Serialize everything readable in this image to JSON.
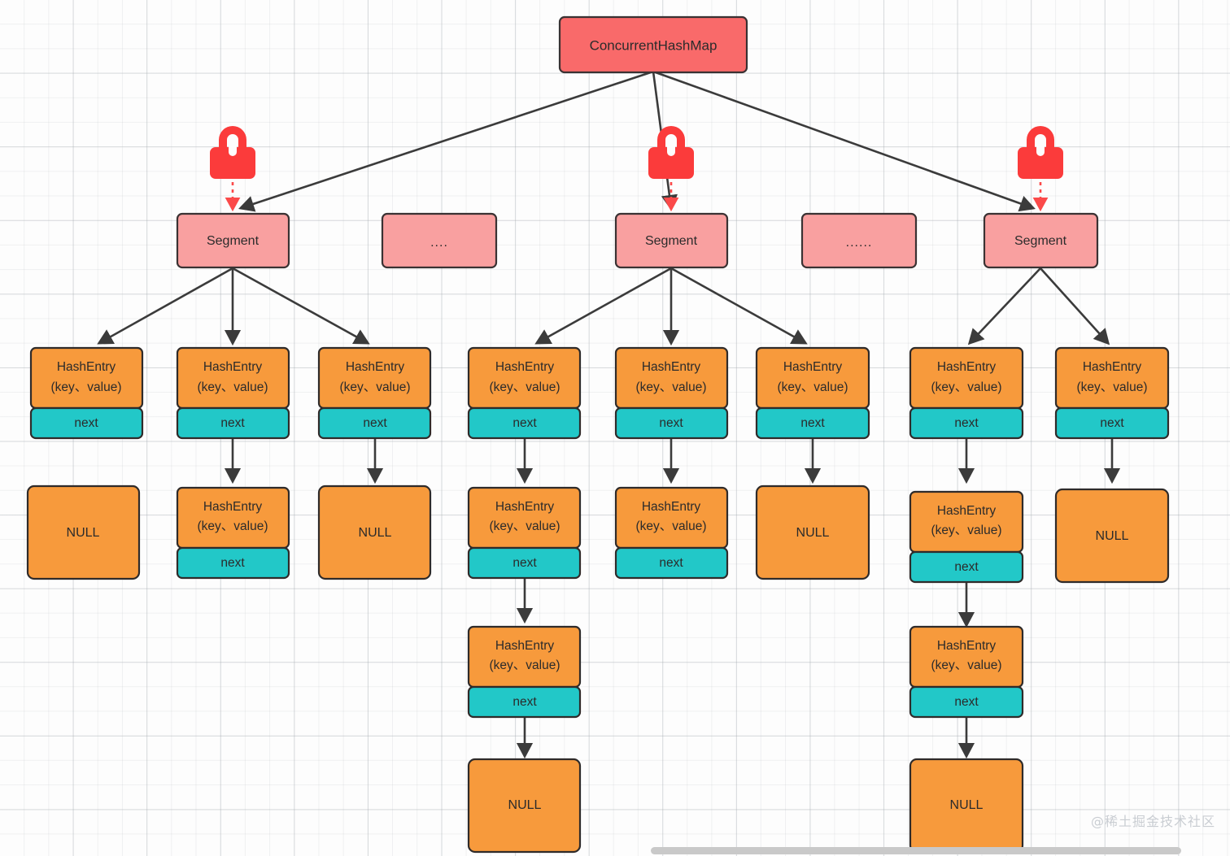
{
  "diagram": {
    "title": "ConcurrentHashMap Segment / HashEntry structure",
    "watermark": "@稀土掘金技术社区",
    "colors": {
      "root_fill": "#f96a6a",
      "segment_fill": "#f9a0a0",
      "hashentry_fill": "#f79a3c",
      "next_fill": "#22c8c8",
      "null_fill": "#f79a3c",
      "stroke": "#2f2b2a",
      "lock": "#fb3b3b",
      "edge": "#3b3b3b",
      "background": "#fdfdfd"
    },
    "labels": {
      "root": "ConcurrentHashMap",
      "segment": "Segment",
      "dots_short": "....",
      "dots_long": "......",
      "hashentry_line1": "HashEntry",
      "hashentry_line2": "(key、value)",
      "next": "next",
      "null": "NULL"
    },
    "root": {
      "label": "ConcurrentHashMap"
    },
    "locks": [
      {
        "name": "lock-segment-1"
      },
      {
        "name": "lock-segment-2"
      },
      {
        "name": "lock-segment-3"
      }
    ],
    "segments": [
      {
        "label": "Segment",
        "kind": "segment"
      },
      {
        "label": "....",
        "kind": "placeholder"
      },
      {
        "label": "Segment",
        "kind": "segment"
      },
      {
        "label": "......",
        "kind": "placeholder"
      },
      {
        "label": "Segment",
        "kind": "segment"
      }
    ],
    "buckets": [
      {
        "column": 1,
        "segment": 1,
        "chain": [
          {
            "type": "hashentry",
            "title": "HashEntry",
            "kv": "(key、value)",
            "next": "next"
          },
          {
            "type": "null",
            "label": "NULL"
          }
        ]
      },
      {
        "column": 2,
        "segment": 1,
        "chain": [
          {
            "type": "hashentry",
            "title": "HashEntry",
            "kv": "(key、value)",
            "next": "next"
          },
          {
            "type": "hashentry",
            "title": "HashEntry",
            "kv": "(key、value)",
            "next": "next"
          }
        ]
      },
      {
        "column": 3,
        "segment": 1,
        "chain": [
          {
            "type": "hashentry",
            "title": "HashEntry",
            "kv": "(key、value)",
            "next": "next"
          },
          {
            "type": "null",
            "label": "NULL"
          }
        ]
      },
      {
        "column": 4,
        "segment": 3,
        "chain": [
          {
            "type": "hashentry",
            "title": "HashEntry",
            "kv": "(key、value)",
            "next": "next"
          },
          {
            "type": "hashentry",
            "title": "HashEntry",
            "kv": "(key、value)",
            "next": "next"
          },
          {
            "type": "hashentry",
            "title": "HashEntry",
            "kv": "(key、value)",
            "next": "next"
          },
          {
            "type": "null",
            "label": "NULL"
          }
        ]
      },
      {
        "column": 5,
        "segment": 3,
        "chain": [
          {
            "type": "hashentry",
            "title": "HashEntry",
            "kv": "(key、value)",
            "next": "next"
          },
          {
            "type": "hashentry",
            "title": "HashEntry",
            "kv": "(key、value)",
            "next": "next"
          }
        ]
      },
      {
        "column": 6,
        "segment": 3,
        "chain": [
          {
            "type": "hashentry",
            "title": "HashEntry",
            "kv": "(key、value)",
            "next": "next"
          },
          {
            "type": "null",
            "label": "NULL"
          }
        ]
      },
      {
        "column": 7,
        "segment": 5,
        "chain": [
          {
            "type": "hashentry",
            "title": "HashEntry",
            "kv": "(key、value)",
            "next": "next"
          },
          {
            "type": "hashentry",
            "title": "HashEntry",
            "kv": "(key、value)",
            "next": "next"
          },
          {
            "type": "hashentry",
            "title": "HashEntry",
            "kv": "(key、value)",
            "next": "next"
          },
          {
            "type": "null",
            "label": "NULL"
          }
        ]
      },
      {
        "column": 8,
        "segment": 5,
        "chain": [
          {
            "type": "hashentry",
            "title": "HashEntry",
            "kv": "(key、value)",
            "next": "next"
          },
          {
            "type": "null",
            "label": "NULL"
          }
        ]
      }
    ]
  },
  "scrollbar": {
    "orientation": "horizontal"
  }
}
